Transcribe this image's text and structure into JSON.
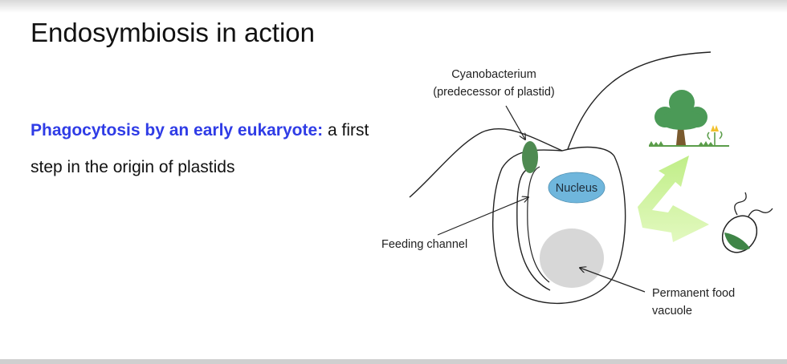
{
  "slide": {
    "title": "Endosymbiosis in action",
    "body": {
      "highlight": "Phagocytosis by an early eukaryote:",
      "rest": " a first step in the origin of plastids"
    }
  },
  "diagram": {
    "labels": {
      "cyanobacterium_line1": "Cyanobacterium",
      "cyanobacterium_line2": "(predecessor of plastid)",
      "nucleus": "Nucleus",
      "feeding_channel": "Feeding channel",
      "vacuole_line1": "Permanent food",
      "vacuole_line2": "vacuole"
    },
    "icons": [
      "tree-icon",
      "green-arrow-icon",
      "algal-cell-icon"
    ],
    "colors": {
      "title_highlight": "#2f3ce6",
      "cyanobacterium": "#4e8a51",
      "nucleus": "#6fb6dc",
      "vacuole": "#d7d7d7",
      "arrow": "#c6f08e",
      "tree_leaves": "#4b9a57",
      "tree_trunk": "#7a5a2e"
    }
  }
}
